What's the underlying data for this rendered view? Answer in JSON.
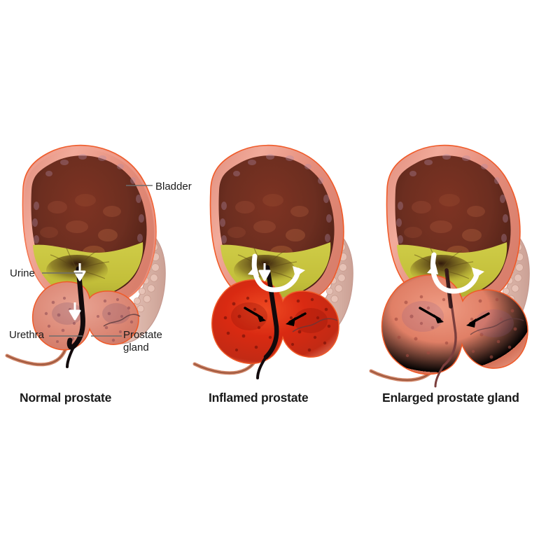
{
  "figure": {
    "title": "Prostate conditions comparison illustration",
    "background_color": "#ffffff",
    "panel_count": 3
  },
  "captions": {
    "normal": "Normal prostate",
    "inflamed": "Inflamed prostate",
    "enlarged": "Enlarged prostate gland"
  },
  "annotations": {
    "bladder": "Bladder",
    "urine": "Urine",
    "urethra": "Urethra",
    "prostate_gland_line1": "Prostate",
    "prostate_gland_line2": "gland"
  },
  "panels": [
    {
      "id": "normal",
      "caption": "Normal prostate",
      "prostate_state": "normal",
      "prostate_color": "#de8a79",
      "prostate_size": "small",
      "urethra_state": "open",
      "arrows": [
        "white-down-arrow-urine-flow",
        "white-down-arrow-urethra-flow"
      ],
      "labels": [
        "Bladder",
        "Urine",
        "Urethra",
        "Prostate gland"
      ]
    },
    {
      "id": "inflamed",
      "caption": "Inflamed prostate",
      "prostate_state": "inflamed",
      "prostate_color": "#d62a14",
      "prostate_size": "medium",
      "urethra_state": "narrowed",
      "arrows": [
        "white-curved-double-arrow-reflux",
        "white-down-arrow-urine-flow",
        "black-left-compression-arrow",
        "black-right-compression-arrow"
      ],
      "labels": []
    },
    {
      "id": "enlarged",
      "caption": "Enlarged prostate gland",
      "prostate_state": "enlarged",
      "prostate_color": "#e07a62",
      "prostate_size": "large",
      "urethra_state": "compressed",
      "arrows": [
        "white-curved-double-arrow-reflux",
        "black-left-compression-arrow",
        "black-right-compression-arrow"
      ],
      "labels": []
    }
  ],
  "anatomy": {
    "bladder_wall_color": "#e99484",
    "bladder_outline_color": "#f05a28",
    "bladder_interior_color": "#6b2e20",
    "urine_color": "#c9c53f",
    "seminal_vesicle_color": "#d8a89c",
    "urethra_color": "#1a1012",
    "leader_line_color": "#6d6d6d",
    "text_color": "#1b1b1b"
  }
}
